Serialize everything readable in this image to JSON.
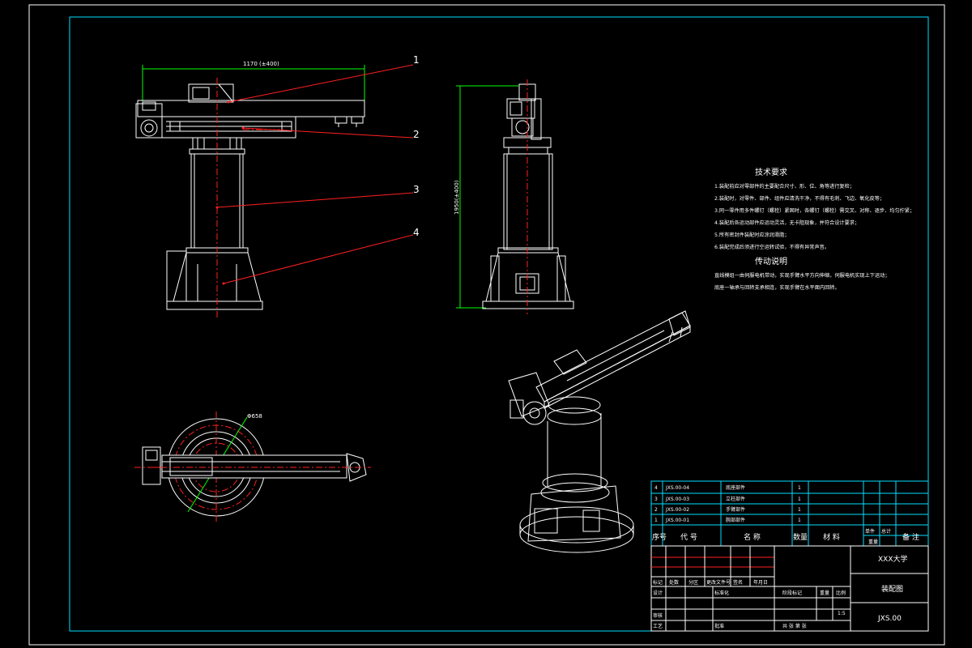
{
  "drawing": {
    "colors": {
      "frame": "#00e0ff",
      "dim": "#00ff00",
      "center": "#ff2020",
      "line": "#ffffff"
    },
    "front_view": {
      "dim_arm_length": "1170 (±400)",
      "callouts": [
        "1",
        "2",
        "3",
        "4"
      ]
    },
    "side_view": {
      "dim_height": "1950(±400)"
    },
    "top_view": {
      "dim_diameter": "Φ658"
    },
    "tech_requirements": {
      "title": "技术要求",
      "items": [
        "1.装配前应对零部件的主要配合尺寸、形、位、角等进行复检；",
        "2.装配时，对零件、部件、组件应清洗干净，不得有毛刺、飞边、氧化皮等；",
        "3.同一零件用多件螺钉（螺栓）紧固时，各螺钉（螺栓）需交叉、对称、逐步、均匀拧紧；",
        "4.装配后各运动部件应运动灵活，无卡阻现象，并符合设计要求；",
        "5.所有密封件装配时应涂润滑脂；",
        "6.装配完成后须进行空运转试验，不得有异常声音。"
      ],
      "notes_title": "传动说明",
      "notes": [
        "直线模组一由伺服电机带动，实现手臂水平方向伸缩，伺服电机实现上下运动；",
        "底座一轴承与回转支承相连，实现手臂在水平面内回转。"
      ]
    },
    "bom": {
      "rows": [
        {
          "no": "4",
          "code": "JXS.00-04",
          "name": "底座部件",
          "qty": "1"
        },
        {
          "no": "3",
          "code": "JXS.00-03",
          "name": "立柱部件",
          "qty": "1"
        },
        {
          "no": "2",
          "code": "JXS.00-02",
          "name": "手臂部件",
          "qty": "1"
        },
        {
          "no": "1",
          "code": "JXS.00-01",
          "name": "腕部部件",
          "qty": "1"
        }
      ],
      "header": {
        "no": "序号",
        "code": "代 号",
        "name": "名 称",
        "qty": "数量",
        "material": "材 料",
        "single": "单件",
        "total": "总计",
        "weight": "重量",
        "remark": "备 注"
      }
    },
    "title_block": {
      "school": "XXX大学",
      "drawing_name": "装配图",
      "drawing_code": "JXS.00",
      "labels": {
        "mark": "标记",
        "count": "处数",
        "zone": "分区",
        "change_no": "更改文件号",
        "sign": "签名",
        "date": "年月日",
        "design": "设计",
        "standard": "标准化",
        "stage": "阶段标记",
        "weight": "重量",
        "scale": "比例",
        "review": "审核",
        "process": "工艺",
        "approve": "批准",
        "sheet": "共 张 第 张",
        "scale_val": "1:5"
      }
    }
  }
}
